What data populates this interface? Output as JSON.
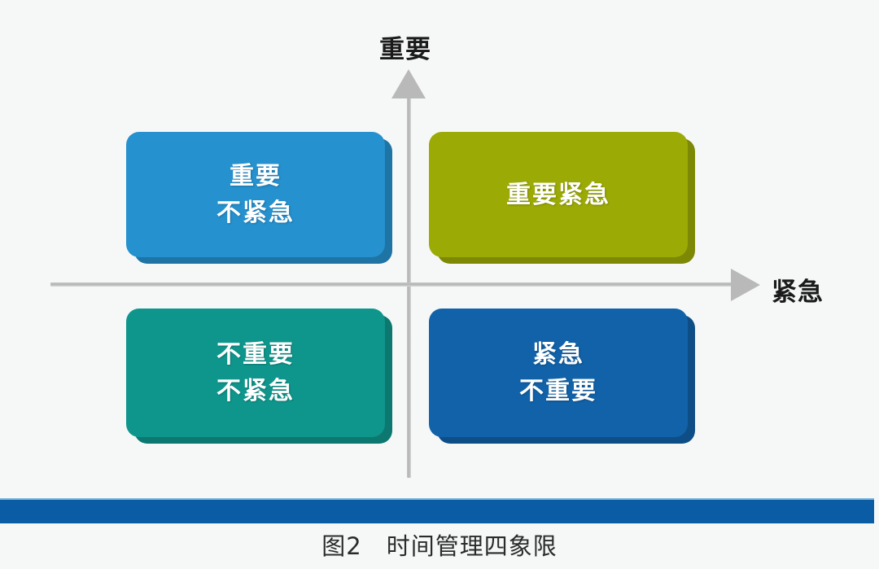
{
  "figure": {
    "caption": "图2　时间管理四象限",
    "background_color": "#f6f8f8"
  },
  "axes": {
    "y_label": "重要",
    "x_label": "紧急",
    "axis_color": "#b9b9b9",
    "y_arrow_icon": "arrow-up-icon",
    "x_arrow_icon": "arrow-right-icon"
  },
  "quadrants": [
    {
      "id": "important-not-urgent",
      "position": "top-left",
      "lines": [
        "重要",
        "不紧急"
      ],
      "color": "#2591ce"
    },
    {
      "id": "important-urgent",
      "position": "top-right",
      "lines": [
        "重要紧急",
        ""
      ],
      "color": "#9caa05"
    },
    {
      "id": "not-important-not-urgent",
      "position": "bottom-left",
      "lines": [
        "不重要",
        "不紧急"
      ],
      "color": "#0f968c"
    },
    {
      "id": "urgent-not-important",
      "position": "bottom-right",
      "lines": [
        "紧急",
        "不重要"
      ],
      "color": "#1162a8"
    }
  ],
  "divider": {
    "color": "#0a5da4",
    "highlight_color": "#7fb7d8"
  }
}
